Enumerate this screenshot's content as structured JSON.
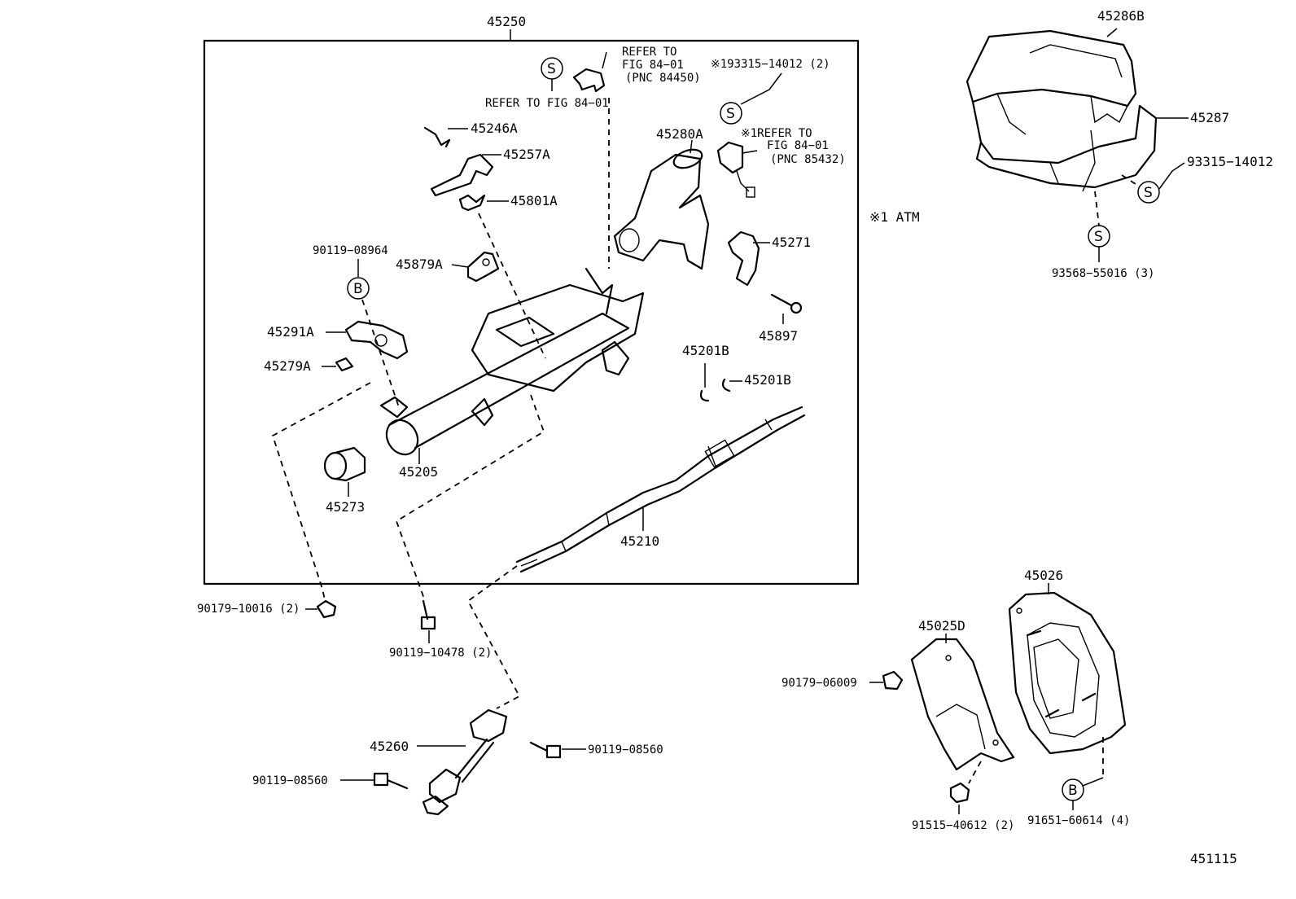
{
  "diagram": {
    "title_number": "451115",
    "assembly_label": "45250",
    "note": "※1 ATM",
    "labels": {
      "p45286B": "45286B",
      "p45287": "45287",
      "p93315_r": "93315−14012",
      "p93568": "93568−55016 (3)",
      "p45246A": "45246A",
      "p45257A": "45257A",
      "p45801A": "45801A",
      "p90119_08964": "90119−08964",
      "p45879A": "45879A",
      "p45291A": "45291A",
      "p45279A": "45279A",
      "p45205": "45205",
      "p45273": "45273",
      "p45280A": "45280A",
      "p45271": "45271",
      "p45897": "45897",
      "p45201B_a": "45201B",
      "p45201B_b": "45201B",
      "p45210": "45210",
      "p93315_top": "※193315−14012 (2)",
      "p90179_10016": "90179−10016 (2)",
      "p90119_10478": "90119−10478 (2)",
      "p45260": "45260",
      "p90119_08560_r": "90119−08560",
      "p90119_08560_l": "90119−08560",
      "p45026": "45026",
      "p45025D": "45025D",
      "p90179_06009": "90179−06009",
      "p91515": "91515−40612 (2)",
      "p91651": "91651−60614 (4)"
    },
    "refer_top": [
      "REFER TO",
      "FIG 84−01",
      "(PNC 84450)"
    ],
    "refer_left": "REFER TO FIG 84−01",
    "refer_right": [
      "※1REFER TO",
      "FIG 84−01",
      "(PNC 85432)"
    ],
    "symbols": {
      "s": "S",
      "b": "B"
    }
  }
}
